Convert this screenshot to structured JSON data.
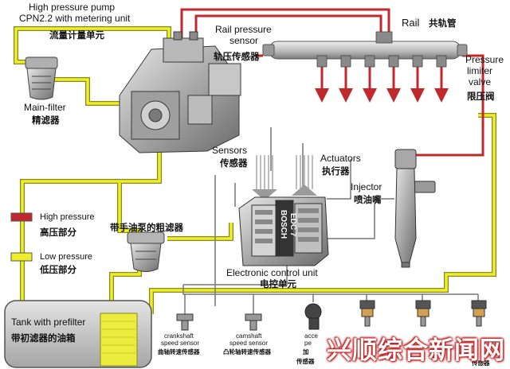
{
  "labels": {
    "hp_pump_1": "High pressure pump",
    "hp_pump_2": "CPN2.2 with metering unit",
    "hp_pump_cn": "流量计量单元",
    "rail_sensor_1": "Rail pressure",
    "rail_sensor_2": "sensor",
    "rail_sensor_cn": "轨压传感器",
    "rail": "Rail",
    "rail_cn": "共轨管",
    "plv_1": "Pressure",
    "plv_2": "limiter",
    "plv_3": "valve",
    "plv_cn": "限压阀",
    "main_filter_1": "Main-filter",
    "main_filter_cn": "精滤器",
    "sensors": "Sensors",
    "sensors_cn": "传感器",
    "actuators": "Actuators",
    "actuators_cn": "执行器",
    "injector": "Injector",
    "injector_cn": "喷油嘴",
    "prefilter_cn": "带手油泵的粗滤器",
    "ecu": "Electronic control unit",
    "ecu_cn": "电控单元",
    "ecu_brand_1": "BOSCH",
    "ecu_brand_2": "EDC 7",
    "tank": "Tank with prefilter",
    "tank_cn": "带初滤器的油箱",
    "crank_1": "crankshaft",
    "crank_2": "speed sensor",
    "crank_cn": "曲轴转速传感器",
    "cam_1": "camshaft",
    "cam_2": "speed sensor",
    "cam_cn": "凸轮轴转速传感器",
    "accel_1": "acce",
    "accel_2": "pe",
    "accel_cn1": "加",
    "accel_cn2": "传感器",
    "extra_cn": "传感器",
    "watermark": "兴顺综合新闻网"
  },
  "legend": [
    {
      "label_en": "High pressure",
      "label_cn": "高压部分",
      "color": "#c0282d"
    },
    {
      "label_en": "Low pressure",
      "label_cn": "低压部分",
      "color": "#eeee2a"
    }
  ],
  "colors": {
    "high_pressure": "#c0282d",
    "low_pressure": "#eeee2a",
    "wire": "#777777"
  }
}
